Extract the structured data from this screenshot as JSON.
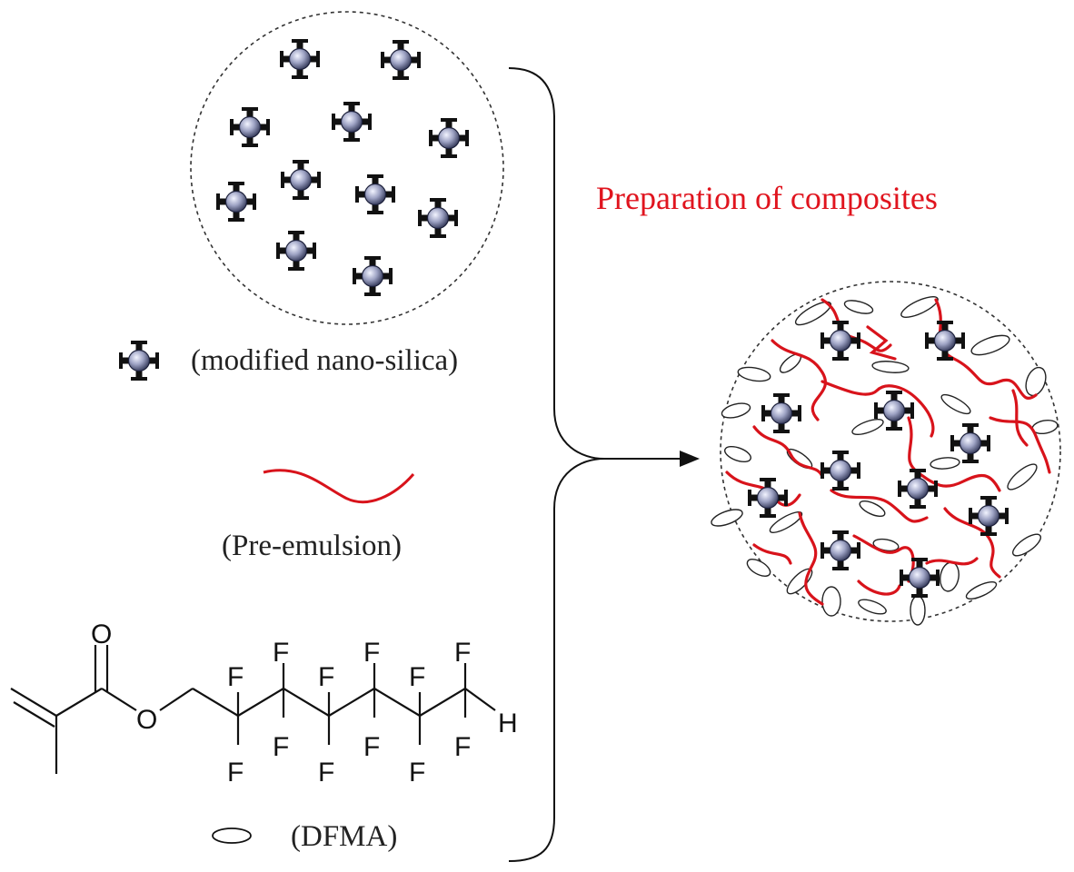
{
  "title": "Preparation of composites",
  "legend": {
    "nanosilica": "(modified nano-silica)",
    "preemulsion": "(Pre-emulsion)",
    "dfma": "(DFMA)"
  },
  "molecule": {
    "atom_o": "O",
    "atom_f": "F",
    "atom_h": "H"
  },
  "colors": {
    "accent": "#e0141e",
    "chain": "#d8131b",
    "line": "#111111",
    "sphere_core": "#23294a",
    "sphere_highlight": "#e8ecff"
  },
  "icons": [
    "nanosilica-particle-icon",
    "polymer-chain-icon",
    "dfma-ellipse-icon"
  ]
}
